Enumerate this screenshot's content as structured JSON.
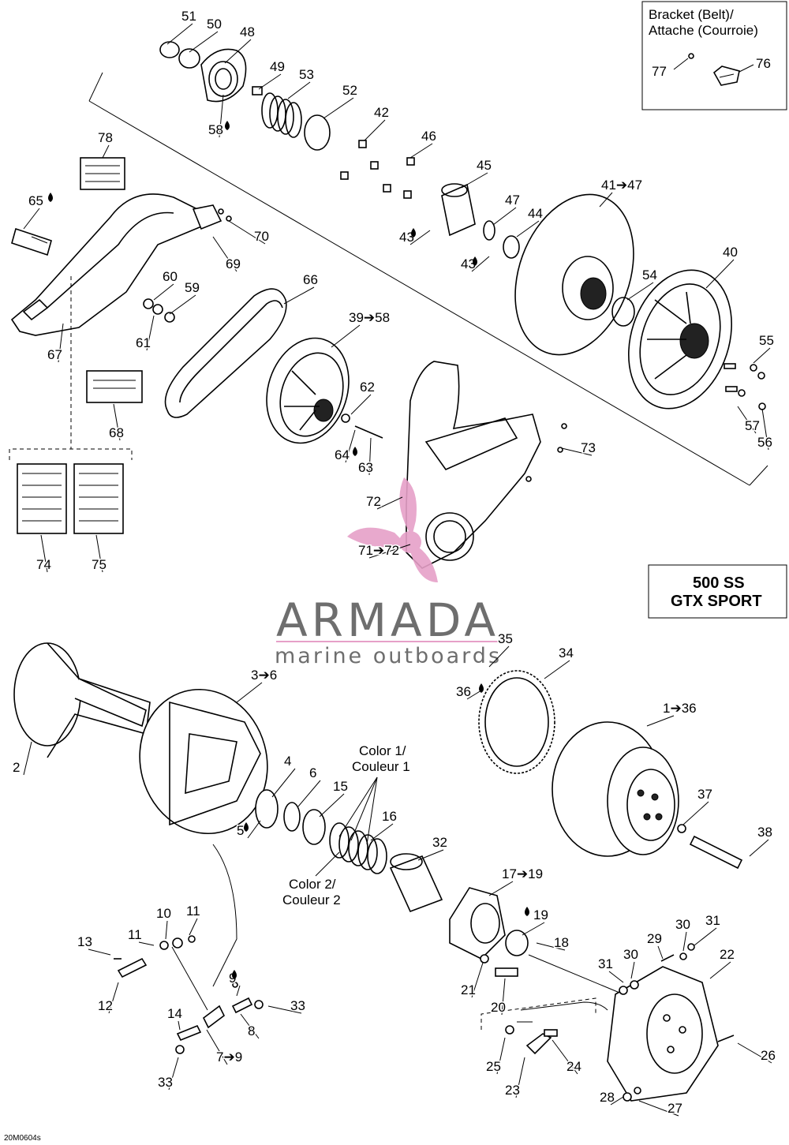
{
  "diagram": {
    "bracket_box": {
      "title_line1": "Bracket (Belt)/",
      "title_line2": "Attache (Courroie)",
      "labels": [
        "77",
        "76"
      ]
    },
    "model_box": {
      "line1": "500 SS",
      "line2": "GTX SPORT"
    },
    "watermark": {
      "brand": "ARMADA",
      "tagline": "marine outboards"
    },
    "drawing_code": "20M0604s",
    "annotations": {
      "color1_line1": "Color 1/",
      "color1_line2": "Couleur 1",
      "color2_line1": "Color 2/",
      "color2_line2": "Couleur 2"
    },
    "part_labels": [
      "51",
      "50",
      "48",
      "49",
      "53",
      "52",
      "42",
      "46",
      "45",
      "47",
      "44",
      "43",
      "43",
      "41➔47",
      "40",
      "54",
      "55",
      "57",
      "56",
      "58",
      "78",
      "65",
      "70",
      "69",
      "60",
      "59",
      "61",
      "66",
      "39➔58",
      "62",
      "64",
      "63",
      "73",
      "72",
      "71➔72",
      "67",
      "68",
      "74",
      "75",
      "35",
      "34",
      "36",
      "1➔36",
      "37",
      "38",
      "3➔6",
      "2",
      "4",
      "6",
      "15",
      "16",
      "5",
      "32",
      "17➔19",
      "19",
      "18",
      "9",
      "10",
      "11",
      "11",
      "13",
      "12",
      "14",
      "7➔9",
      "8",
      "33",
      "33",
      "21",
      "20",
      "31",
      "30",
      "30",
      "31",
      "29",
      "22",
      "25",
      "24",
      "23",
      "26",
      "28",
      "27"
    ],
    "oil_marked": [
      "58",
      "65",
      "43",
      "43",
      "64",
      "36",
      "5",
      "19",
      "9"
    ]
  },
  "colors": {
    "line": "#000000",
    "watermark_gray": "#6e6e6e",
    "watermark_pink": "#e6a0c8"
  }
}
